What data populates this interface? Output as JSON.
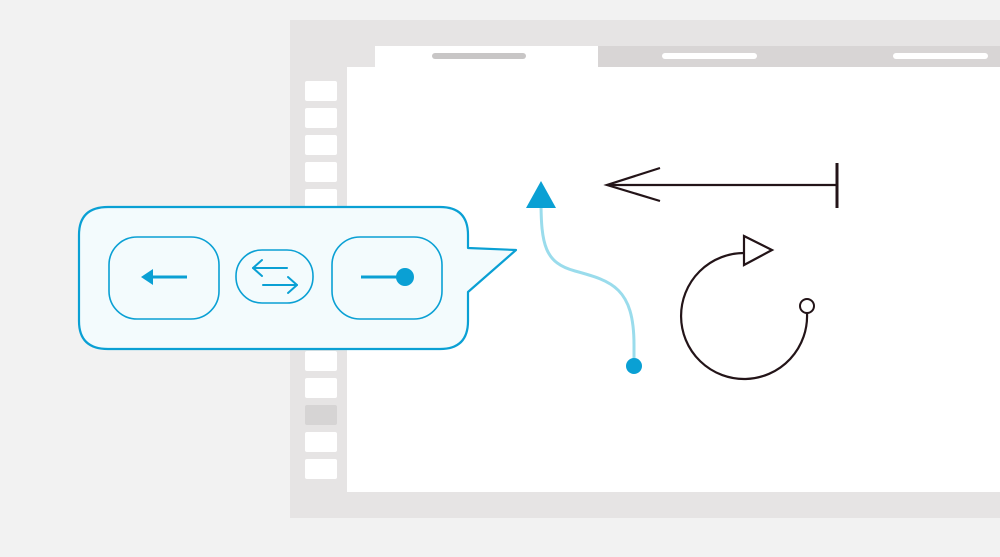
{
  "colors": {
    "page_background": "#f2f2f2",
    "window_chrome": "#e6e4e4",
    "canvas": "#ffffff",
    "accent": "#0aa0d4",
    "accent_light": "#9adcec",
    "callout_fill": "#f3fbfd",
    "ink": "#231418"
  },
  "window": {
    "tabs": [
      {
        "state": "active"
      },
      {
        "state": "inactive"
      },
      {
        "state": "inactive"
      }
    ],
    "sidebar": {
      "button_count": 15,
      "selected_index": 12
    }
  },
  "toolbar_callout": {
    "buttons": [
      {
        "icon": "arrow-left-icon"
      },
      {
        "icon": "swap-arrows-icon"
      },
      {
        "icon": "line-end-dot-icon"
      }
    ]
  },
  "canvas_shapes": [
    {
      "kind": "curved-arrow",
      "style": "accent",
      "start_cap": "dot",
      "end_cap": "filled-triangle"
    },
    {
      "kind": "straight-arrow",
      "style": "ink",
      "start_cap": "open-arrowhead",
      "end_cap": "bar"
    },
    {
      "kind": "circular-arrow",
      "style": "ink",
      "start_cap": "open-circle",
      "end_cap": "open-triangle"
    }
  ]
}
